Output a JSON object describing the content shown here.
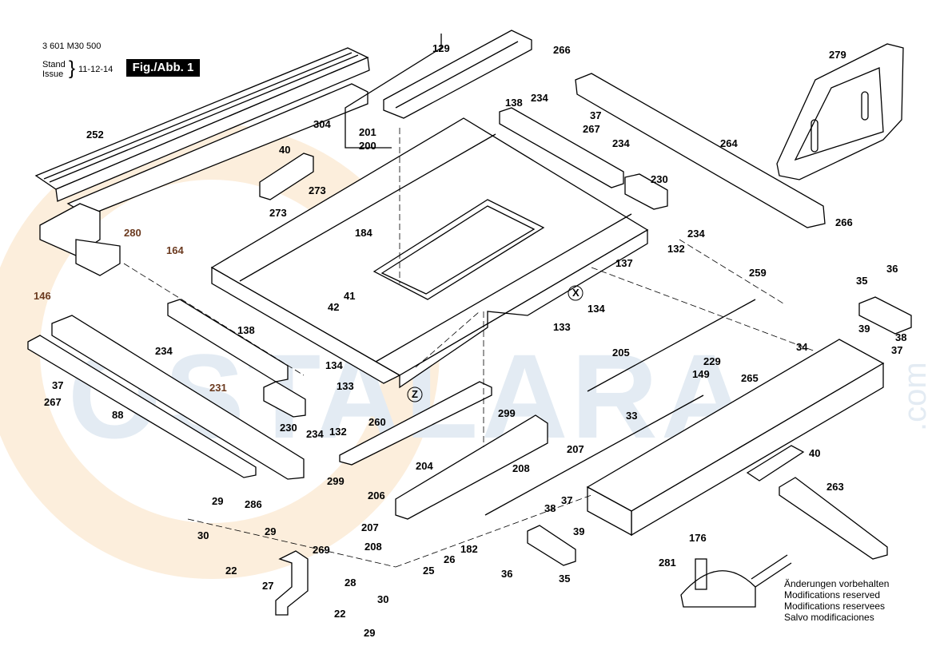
{
  "header": {
    "part_number": "3 601 M30 500",
    "stand_label": "Stand",
    "issue_label": "Issue",
    "brace": "}",
    "date": "11-12-14",
    "figure_label": "Fig./Abb. 1"
  },
  "watermark": {
    "text": "OSTALARA",
    "suffix": ".com"
  },
  "notes": [
    "Änderungen vorbehalten",
    "Modifications reserved",
    "Modifications reservees",
    "Salvo modificaciones"
  ],
  "callouts": [
    "129",
    "304",
    "201",
    "200",
    "266",
    "279",
    "138",
    "234",
    "37",
    "267",
    "234",
    "230",
    "264",
    "266",
    "252",
    "40",
    "273",
    "273",
    "184",
    "132",
    "234",
    "137",
    "280",
    "164",
    "146",
    "42",
    "41",
    "134",
    "133",
    "138",
    "234",
    "134",
    "133",
    "X",
    "259",
    "35",
    "36",
    "39",
    "38",
    "37",
    "34",
    "205",
    "229",
    "149",
    "265",
    "37",
    "267",
    "88",
    "231",
    "230",
    "234",
    "132",
    "Z",
    "299",
    "260",
    "33",
    "207",
    "208",
    "204",
    "40",
    "263",
    "299",
    "206",
    "207",
    "208",
    "29",
    "286",
    "30",
    "29",
    "22",
    "269",
    "27",
    "28",
    "22",
    "30",
    "29",
    "182",
    "26",
    "25",
    "38",
    "37",
    "39",
    "36",
    "35",
    "176",
    "281"
  ],
  "highlight_colors": {
    "brown_callouts": "#6b3a1f",
    "default": "#000000"
  }
}
